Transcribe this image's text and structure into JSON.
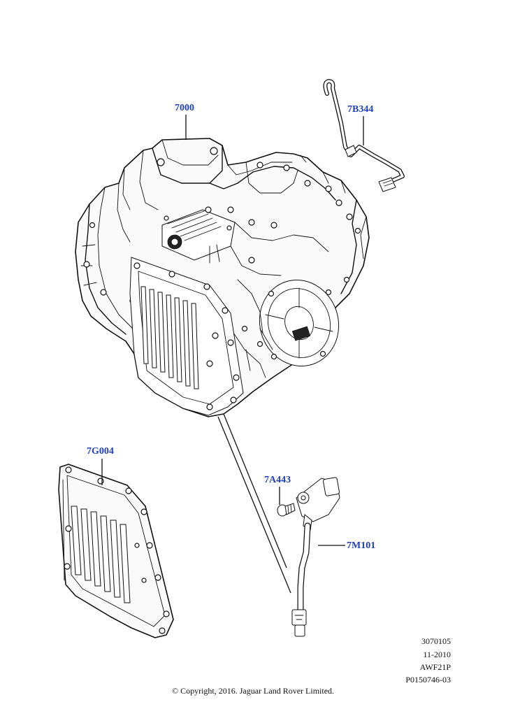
{
  "callouts": {
    "transmission": "7000",
    "oil_cooler_tube": "7B344",
    "oil_pan": "7G004",
    "bolt": "7A443",
    "speed_sensor": "7M101"
  },
  "footer": {
    "ref_1": "3070105",
    "date": "11-2010",
    "model": "AWF21P",
    "part_ref": "P0150746-03",
    "copyright": "© Copyright, 2016. Jaguar Land Rover Limited."
  },
  "icons": [
    "transmission-drawing",
    "cooler-tube-drawing",
    "oil-pan-drawing",
    "bolt-drawing",
    "speed-sensor-drawing"
  ]
}
